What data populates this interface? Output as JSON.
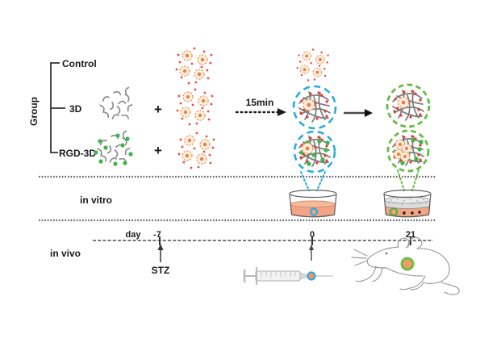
{
  "figure": {
    "group_panel": {
      "axis_label": "Group",
      "groups": [
        {
          "label": "Control"
        },
        {
          "label": "3D"
        },
        {
          "label": "RGD-3D"
        }
      ]
    },
    "mixing": {
      "plus_sign": "+",
      "incubation_label": "15min"
    },
    "in_vitro": {
      "label": "in vitro"
    },
    "in_vivo": {
      "label": "in vivo",
      "timeline": {
        "axis_label": "day",
        "ticks": [
          {
            "label": "-7"
          },
          {
            "label": "0"
          },
          {
            "label": "21"
          }
        ],
        "injection_label": "STZ"
      }
    },
    "colors": {
      "cell_orange": "#ED9D5F",
      "cell_nucleus": "#E8823C",
      "red_dot": "#E8392E",
      "green_dot": "#3CB54A",
      "fiber_gray": "#8C8C8C",
      "blue_dashed_circle": "#29ABE2",
      "green_dashed_circle": "#66BB44",
      "dish_liquid": "#F2A484",
      "text": "#1A1A1A"
    }
  }
}
